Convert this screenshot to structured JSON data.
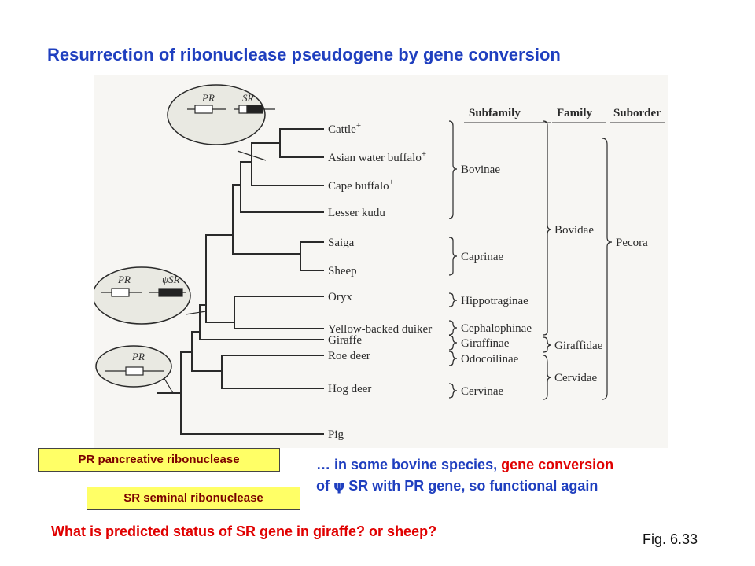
{
  "slide": {
    "title": "Resurrection of ribonuclease pseudogene by gene conversion",
    "fig_label": "Fig. 6.33",
    "question": "What is predicted status of SR gene in giraffe? or sheep?"
  },
  "legend": {
    "pr": "PR pancreative ribonuclease",
    "sr": "SR seminal ribonuclease"
  },
  "note": {
    "line1_blue": "… in some bovine species, ",
    "line1_red": "gene conversion",
    "line2_prefix": "of ",
    "psi": "ψ",
    "line2_rest": " SR with PR gene,  so functional again"
  },
  "figure": {
    "headers": {
      "subfamily": "Subfamily",
      "family": "Family",
      "suborder": "Suborder"
    },
    "taxa": [
      {
        "name": "Cattle",
        "sup": "+"
      },
      {
        "name": "Asian water buffalo",
        "sup": "+"
      },
      {
        "name": "Cape buffalo",
        "sup": "+"
      },
      {
        "name": "Lesser kudu",
        "sup": ""
      },
      {
        "name": "Saiga",
        "sup": ""
      },
      {
        "name": "Sheep",
        "sup": ""
      },
      {
        "name": "Oryx",
        "sup": ""
      },
      {
        "name": "Yellow-backed duiker",
        "sup": ""
      },
      {
        "name": "Giraffe",
        "sup": ""
      },
      {
        "name": "Roe deer",
        "sup": ""
      },
      {
        "name": "Hog deer",
        "sup": ""
      },
      {
        "name": "Pig",
        "sup": ""
      }
    ],
    "subfamilies": [
      "Bovinae",
      "Caprinae",
      "Hippotraginae",
      "Cephalophinae",
      "Giraffinae",
      "Odocoilinae",
      "Cervinae"
    ],
    "families": [
      "Bovidae",
      "Giraffidae",
      "Cervidae"
    ],
    "suborder": "Pecora",
    "callouts": {
      "top_pr": "PR",
      "top_sr": "SR",
      "mid_pr": "PR",
      "mid_sr": "ψSR",
      "low_pr": "PR"
    }
  }
}
